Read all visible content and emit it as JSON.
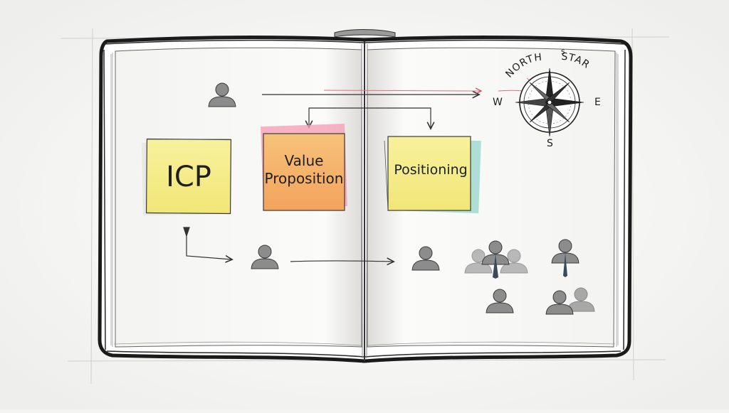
{
  "notes": {
    "icp": "ICP",
    "value_prop_line1": "Value",
    "value_prop_line2": "Proposition",
    "positioning": "Positioning"
  },
  "compass": {
    "north_label": "NORTH",
    "star_label": "STAR",
    "n_mark": "S",
    "west": "W",
    "east": "E",
    "south": "S"
  },
  "colors": {
    "yellow_note": "#f7ef8c",
    "orange_note": "#f7b56b",
    "pink_shadow": "#f6a0b5",
    "ink": "#1e1e1e",
    "person_fill": "#8a8a8a",
    "red_line": "#e05a6a"
  }
}
